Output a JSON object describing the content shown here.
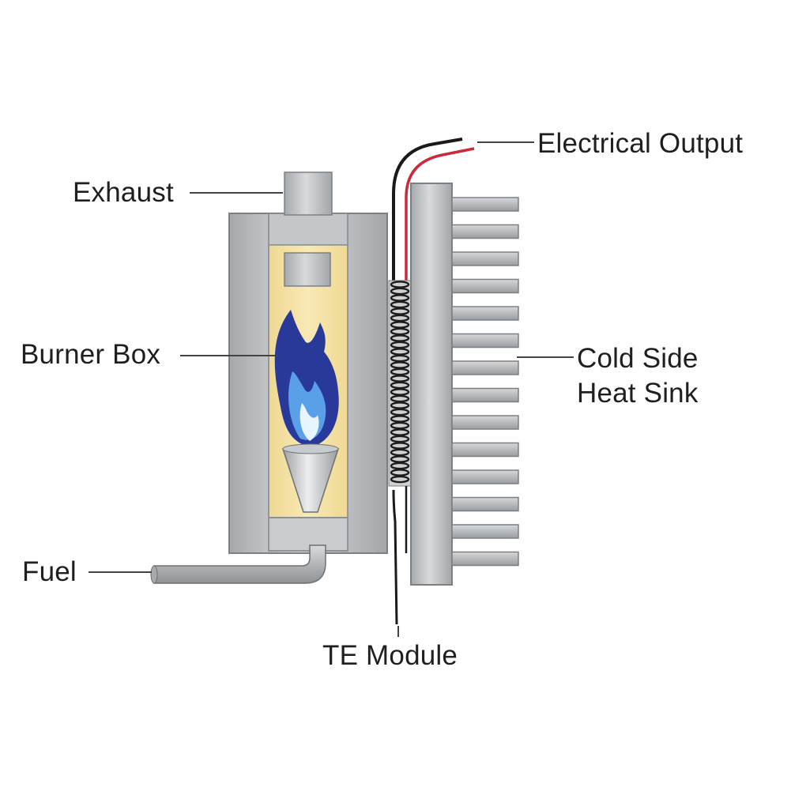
{
  "labels": {
    "exhaust": "Exhaust",
    "burner_box": "Burner Box",
    "fuel": "Fuel",
    "electrical_output": "Electrical Output",
    "cold_side_line1": "Cold Side",
    "cold_side_line2": "Heat Sink",
    "te_module": "TE Module"
  },
  "colors": {
    "housing": "#b9bcbf",
    "housing_dark": "#8e9194",
    "burner_interior": "#f5e3a6",
    "flame_outer": "#2a3f9a",
    "flame_inner": "#5d9fe6",
    "flame_core": "#e8f6ff",
    "wire_black": "#1a1a1a",
    "wire_red": "#cc2a3a",
    "leader_line": "#444444"
  }
}
